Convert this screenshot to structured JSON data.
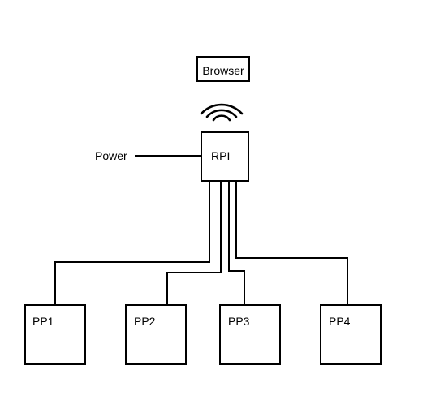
{
  "nodes": {
    "browser": "Browser",
    "rpi": "RPI",
    "power": "Power",
    "pp1": "PP1",
    "pp2": "PP2",
    "pp3": "PP3",
    "pp4": "PP4"
  },
  "icons": {
    "wireless": "wifi-icon"
  },
  "colors": {
    "line": "#000000",
    "background": "#ffffff"
  }
}
